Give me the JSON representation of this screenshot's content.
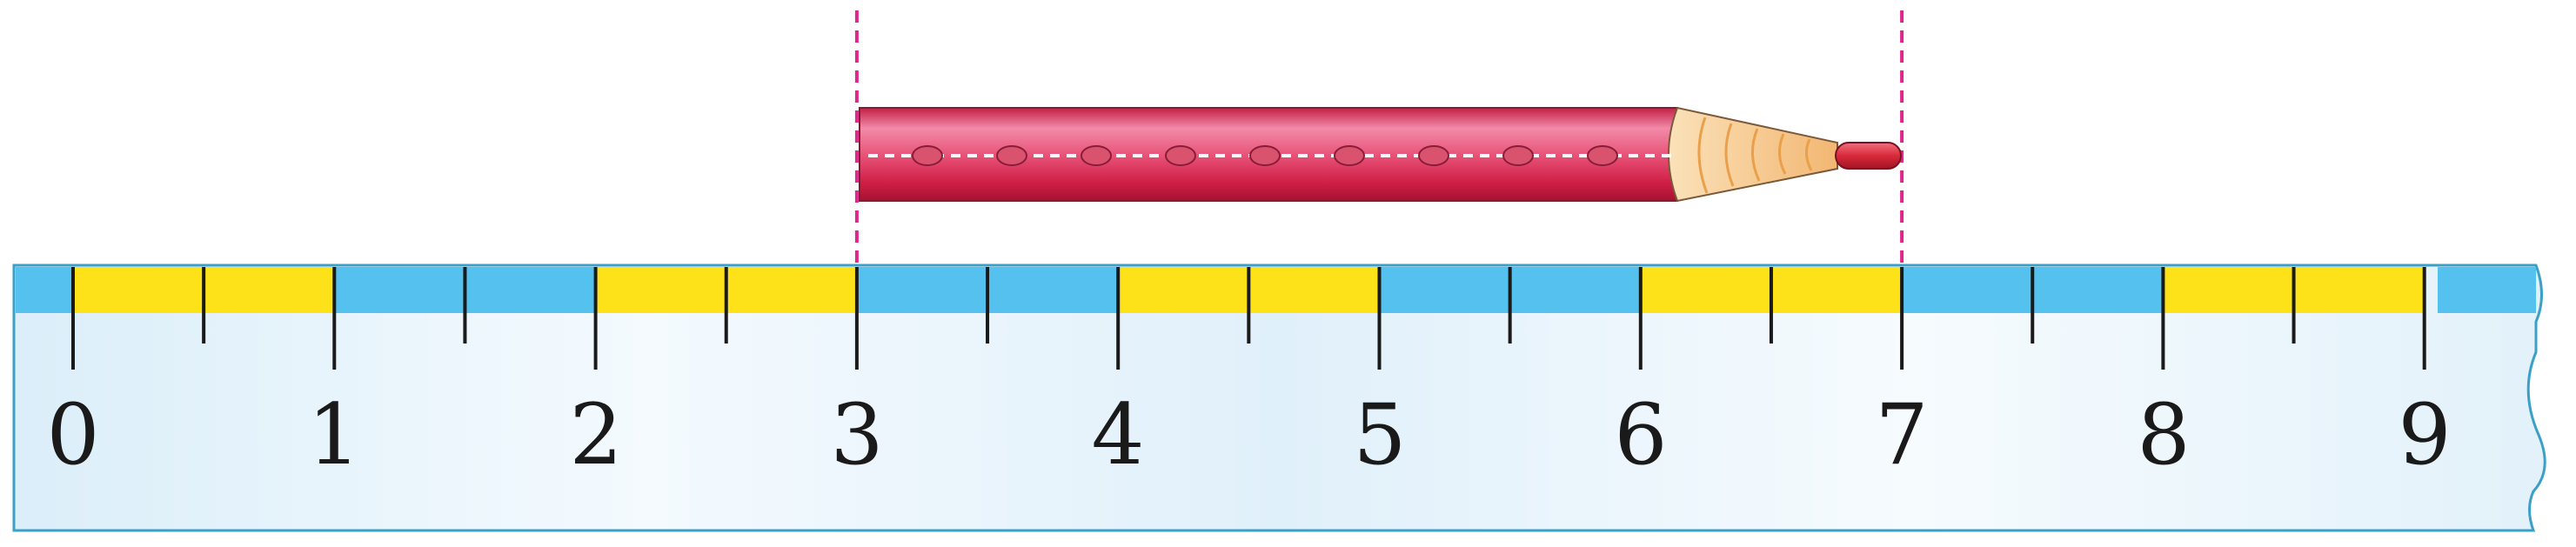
{
  "ruler": {
    "min": 0,
    "max": 9,
    "minor_step": 0.5,
    "labels": [
      "0",
      "1",
      "2",
      "3",
      "4",
      "5",
      "6",
      "7",
      "8",
      "9"
    ],
    "band_colors": {
      "yellow": "#fde21a",
      "blue": "#54c1ee"
    },
    "band_pattern": [
      "yellow",
      "yellow",
      "blue",
      "blue"
    ],
    "body_color": "#e4f2fb",
    "edge_color": "#3aa0c8"
  },
  "pencil": {
    "start": 3,
    "end": 7,
    "body_color": "#d9224a",
    "tip_color": "#f5c690",
    "lead_color": "#d92a3a"
  },
  "guides": {
    "positions": [
      3,
      7
    ],
    "color": "#e0268a"
  }
}
